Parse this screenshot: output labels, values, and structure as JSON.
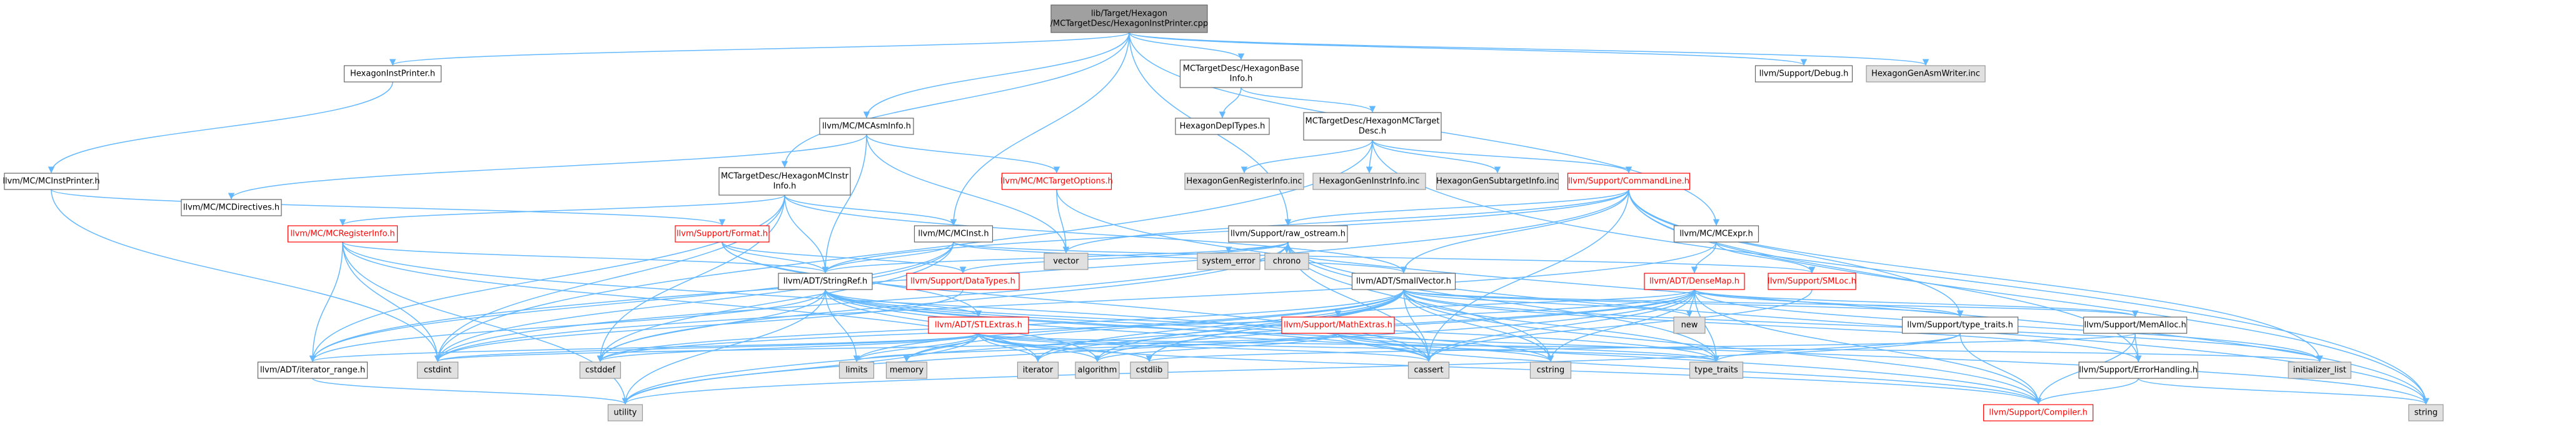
{
  "nodes": [
    {
      "id": "root",
      "lines": [
        "lib/Target/Hexagon",
        "/MCTargetDesc/HexagonInstPrinter.cpp"
      ],
      "kind": "root"
    },
    {
      "id": "hip",
      "lines": [
        "HexagonInstPrinter.h"
      ],
      "kind": "file"
    },
    {
      "id": "mcip",
      "lines": [
        "llvm/MC/MCInstPrinter.h"
      ],
      "kind": "file"
    },
    {
      "id": "mcasm",
      "lines": [
        "llvm/MC/MCAsmInfo.h"
      ],
      "kind": "file"
    },
    {
      "id": "mcdir",
      "lines": [
        "llvm/MC/MCDirectives.h"
      ],
      "kind": "file"
    },
    {
      "id": "mctopt",
      "lines": [
        "llvm/MC/MCTargetOptions.h"
      ],
      "kind": "red"
    },
    {
      "id": "hbase",
      "lines": [
        "MCTargetDesc/HexagonBase",
        "Info.h"
      ],
      "kind": "file"
    },
    {
      "id": "depi",
      "lines": [
        "HexagonDepITypes.h"
      ],
      "kind": "file"
    },
    {
      "id": "hmctd",
      "lines": [
        "MCTargetDesc/HexagonMCTarget",
        "Desc.h"
      ],
      "kind": "file"
    },
    {
      "id": "hmcinstr",
      "lines": [
        "MCTargetDesc/HexagonMCInstr",
        "Info.h"
      ],
      "kind": "file"
    },
    {
      "id": "debug",
      "lines": [
        "llvm/Support/Debug.h"
      ],
      "kind": "file"
    },
    {
      "id": "genasm",
      "lines": [
        "HexagonGenAsmWriter.inc"
      ],
      "kind": "ext"
    },
    {
      "id": "genreg",
      "lines": [
        "HexagonGenRegisterInfo.inc"
      ],
      "kind": "ext"
    },
    {
      "id": "geninstr",
      "lines": [
        "HexagonGenInstrInfo.inc"
      ],
      "kind": "ext"
    },
    {
      "id": "gensub",
      "lines": [
        "HexagonGenSubtargetInfo.inc"
      ],
      "kind": "ext"
    },
    {
      "id": "cmdline",
      "lines": [
        "llvm/Support/CommandLine.h"
      ],
      "kind": "red"
    },
    {
      "id": "mcexpr",
      "lines": [
        "llvm/MC/MCExpr.h"
      ],
      "kind": "file"
    },
    {
      "id": "mcreg",
      "lines": [
        "llvm/MC/MCRegisterInfo.h"
      ],
      "kind": "red"
    },
    {
      "id": "format",
      "lines": [
        "llvm/Support/Format.h"
      ],
      "kind": "red"
    },
    {
      "id": "mcinst",
      "lines": [
        "llvm/MC/MCInst.h"
      ],
      "kind": "file"
    },
    {
      "id": "vector",
      "lines": [
        "vector"
      ],
      "kind": "ext"
    },
    {
      "id": "rawos",
      "lines": [
        "llvm/Support/raw_ostream.h"
      ],
      "kind": "file"
    },
    {
      "id": "syserr",
      "lines": [
        "system_error"
      ],
      "kind": "ext"
    },
    {
      "id": "chrono",
      "lines": [
        "chrono"
      ],
      "kind": "ext"
    },
    {
      "id": "smallvec",
      "lines": [
        "llvm/ADT/SmallVector.h"
      ],
      "kind": "file"
    },
    {
      "id": "densemap",
      "lines": [
        "llvm/ADT/DenseMap.h"
      ],
      "kind": "red"
    },
    {
      "id": "smloc",
      "lines": [
        "llvm/Support/SMLoc.h"
      ],
      "kind": "red"
    },
    {
      "id": "stringref",
      "lines": [
        "llvm/ADT/StringRef.h"
      ],
      "kind": "file"
    },
    {
      "id": "datatypes",
      "lines": [
        "llvm/Support/DataTypes.h"
      ],
      "kind": "red"
    },
    {
      "id": "stlextras",
      "lines": [
        "llvm/ADT/STLExtras.h"
      ],
      "kind": "red"
    },
    {
      "id": "mathextras",
      "lines": [
        "llvm/Support/MathExtras.h"
      ],
      "kind": "red"
    },
    {
      "id": "new",
      "lines": [
        "new"
      ],
      "kind": "ext"
    },
    {
      "id": "typetraits_s",
      "lines": [
        "llvm/Support/type_traits.h"
      ],
      "kind": "file"
    },
    {
      "id": "memalloc",
      "lines": [
        "llvm/Support/MemAlloc.h"
      ],
      "kind": "file"
    },
    {
      "id": "iterrange",
      "lines": [
        "llvm/ADT/iterator_range.h"
      ],
      "kind": "file"
    },
    {
      "id": "cstdint",
      "lines": [
        "cstdint"
      ],
      "kind": "ext"
    },
    {
      "id": "cstddef",
      "lines": [
        "cstddef"
      ],
      "kind": "ext"
    },
    {
      "id": "limits",
      "lines": [
        "limits"
      ],
      "kind": "ext"
    },
    {
      "id": "memory",
      "lines": [
        "memory"
      ],
      "kind": "ext"
    },
    {
      "id": "iterator",
      "lines": [
        "iterator"
      ],
      "kind": "ext"
    },
    {
      "id": "algorithm",
      "lines": [
        "algorithm"
      ],
      "kind": "ext"
    },
    {
      "id": "cstdlib",
      "lines": [
        "cstdlib"
      ],
      "kind": "ext"
    },
    {
      "id": "cassert",
      "lines": [
        "cassert"
      ],
      "kind": "ext"
    },
    {
      "id": "cstring",
      "lines": [
        "cstring"
      ],
      "kind": "ext"
    },
    {
      "id": "typetraits",
      "lines": [
        "type_traits"
      ],
      "kind": "ext"
    },
    {
      "id": "errhandling",
      "lines": [
        "llvm/Support/ErrorHandling.h"
      ],
      "kind": "file"
    },
    {
      "id": "initlist",
      "lines": [
        "initializer_list"
      ],
      "kind": "ext"
    },
    {
      "id": "utility",
      "lines": [
        "utility"
      ],
      "kind": "ext"
    },
    {
      "id": "compiler",
      "lines": [
        "llvm/Support/Compiler.h"
      ],
      "kind": "red"
    },
    {
      "id": "string",
      "lines": [
        "string"
      ],
      "kind": "ext"
    }
  ],
  "edges": [
    [
      "root",
      "hip"
    ],
    [
      "root",
      "mcasm"
    ],
    [
      "root",
      "hbase"
    ],
    [
      "root",
      "hmcinstr"
    ],
    [
      "root",
      "mcinst"
    ],
    [
      "root",
      "rawos"
    ],
    [
      "root",
      "mcexpr"
    ],
    [
      "root",
      "debug"
    ],
    [
      "root",
      "genasm"
    ],
    [
      "hip",
      "mcip"
    ],
    [
      "mcip",
      "format"
    ],
    [
      "mcip",
      "cstdint"
    ],
    [
      "mcasm",
      "mcdir"
    ],
    [
      "mcasm",
      "mctopt"
    ],
    [
      "mcasm",
      "stringref"
    ],
    [
      "mcasm",
      "vector"
    ],
    [
      "mctopt",
      "vector"
    ],
    [
      "mctopt",
      "string"
    ],
    [
      "hbase",
      "depi"
    ],
    [
      "hbase",
      "hmctd"
    ],
    [
      "hmctd",
      "genreg"
    ],
    [
      "hmctd",
      "geninstr"
    ],
    [
      "hmctd",
      "gensub"
    ],
    [
      "hmctd",
      "cmdline"
    ],
    [
      "hmctd",
      "cstdint"
    ],
    [
      "hmctd",
      "string"
    ],
    [
      "hmcinstr",
      "mcreg"
    ],
    [
      "hmcinstr",
      "mcinst"
    ],
    [
      "hmcinstr",
      "stringref"
    ],
    [
      "hmcinstr",
      "smallvec"
    ],
    [
      "hmcinstr",
      "iterrange"
    ],
    [
      "hmcinstr",
      "cstddef"
    ],
    [
      "hmcinstr",
      "cstdint"
    ],
    [
      "cmdline",
      "smallvec"
    ],
    [
      "cmdline",
      "stringref"
    ],
    [
      "cmdline",
      "rawos"
    ],
    [
      "cmdline",
      "vector"
    ],
    [
      "cmdline",
      "typetraits_s"
    ],
    [
      "cmdline",
      "errhandling"
    ],
    [
      "cmdline",
      "cassert"
    ],
    [
      "cmdline",
      "string"
    ],
    [
      "cmdline",
      "initlist"
    ],
    [
      "cmdline",
      "iterrange"
    ],
    [
      "mcexpr",
      "densemap"
    ],
    [
      "mcexpr",
      "smloc"
    ],
    [
      "mcexpr",
      "cstdint"
    ],
    [
      "mcreg",
      "iterrange"
    ],
    [
      "mcreg",
      "stringref"
    ],
    [
      "mcreg",
      "utility"
    ],
    [
      "mcreg",
      "cassert"
    ],
    [
      "mcreg",
      "cstdint"
    ],
    [
      "mcreg",
      "iterator"
    ],
    [
      "format",
      "stringref"
    ],
    [
      "format",
      "stlextras"
    ],
    [
      "format",
      "datatypes"
    ],
    [
      "format",
      "cassert"
    ],
    [
      "format",
      "cstdio_alt"
    ],
    [
      "mcinst",
      "smallvec"
    ],
    [
      "mcinst",
      "stringref"
    ],
    [
      "mcinst",
      "smloc"
    ],
    [
      "mcinst",
      "cstddef"
    ],
    [
      "mcinst",
      "cstdint"
    ],
    [
      "mcinst",
      "iterrange"
    ],
    [
      "rawos",
      "stringref"
    ],
    [
      "rawos",
      "datatypes"
    ],
    [
      "rawos",
      "syserr"
    ],
    [
      "rawos",
      "chrono"
    ],
    [
      "rawos",
      "cassert"
    ],
    [
      "rawos",
      "cstddef"
    ],
    [
      "rawos",
      "cstdint"
    ],
    [
      "rawos",
      "cstring"
    ],
    [
      "rawos",
      "string"
    ],
    [
      "rawos",
      "typetraits"
    ],
    [
      "smallvec",
      "compiler"
    ],
    [
      "smallvec",
      "typetraits_s"
    ],
    [
      "smallvec",
      "algorithm"
    ],
    [
      "smallvec",
      "cassert"
    ],
    [
      "smallvec",
      "cstddef"
    ],
    [
      "smallvec",
      "cstdlib"
    ],
    [
      "smallvec",
      "cstring"
    ],
    [
      "smallvec",
      "initlist"
    ],
    [
      "smallvec",
      "iterator"
    ],
    [
      "smallvec",
      "limits"
    ],
    [
      "smallvec",
      "memory"
    ],
    [
      "smallvec",
      "new"
    ],
    [
      "smallvec",
      "typetraits"
    ],
    [
      "smallvec",
      "utility"
    ],
    [
      "smallvec",
      "memalloc"
    ],
    [
      "smallvec",
      "errhandling"
    ],
    [
      "densemap",
      "mathextras"
    ],
    [
      "densemap",
      "memalloc"
    ],
    [
      "densemap",
      "typetraits_s"
    ],
    [
      "densemap",
      "algorithm"
    ],
    [
      "densemap",
      "cassert"
    ],
    [
      "densemap",
      "cstddef"
    ],
    [
      "densemap",
      "cstring"
    ],
    [
      "densemap",
      "initlist"
    ],
    [
      "densemap",
      "iterator"
    ],
    [
      "densemap",
      "new"
    ],
    [
      "densemap",
      "typetraits"
    ],
    [
      "densemap",
      "utility"
    ],
    [
      "densemap",
      "compiler"
    ],
    [
      "smloc",
      "cassert"
    ],
    [
      "stringref",
      "stlextras"
    ],
    [
      "stringref",
      "compiler"
    ],
    [
      "stringref",
      "algorithm"
    ],
    [
      "stringref",
      "cassert"
    ],
    [
      "stringref",
      "cstddef"
    ],
    [
      "stringref",
      "cstring"
    ],
    [
      "stringref",
      "limits"
    ],
    [
      "stringref",
      "string"
    ],
    [
      "stringref",
      "typetraits"
    ],
    [
      "stringref",
      "utility"
    ],
    [
      "stringref",
      "iterrange"
    ],
    [
      "stlextras",
      "iterrange"
    ],
    [
      "stlextras",
      "algorithm"
    ],
    [
      "stlextras",
      "cassert"
    ],
    [
      "stlextras",
      "cstddef"
    ],
    [
      "stlextras",
      "cstdint"
    ],
    [
      "stlextras",
      "cstdlib"
    ],
    [
      "stlextras",
      "initlist"
    ],
    [
      "stlextras",
      "iterator"
    ],
    [
      "stlextras",
      "limits"
    ],
    [
      "stlextras",
      "memory"
    ],
    [
      "stlextras",
      "typetraits"
    ],
    [
      "stlextras",
      "utility"
    ],
    [
      "stlextras",
      "compiler"
    ],
    [
      "mathextras",
      "compiler"
    ],
    [
      "mathextras",
      "cassert"
    ],
    [
      "mathextras",
      "cstdint"
    ],
    [
      "mathextras",
      "cstring"
    ],
    [
      "mathextras",
      "limits"
    ],
    [
      "mathextras",
      "typetraits"
    ],
    [
      "mathextras",
      "algorithm"
    ],
    [
      "typetraits_s",
      "typetraits"
    ],
    [
      "typetraits_s",
      "utility"
    ],
    [
      "typetraits_s",
      "compiler"
    ],
    [
      "memalloc",
      "compiler"
    ],
    [
      "memalloc",
      "errhandling"
    ],
    [
      "memalloc",
      "cstdlib"
    ],
    [
      "errhandling",
      "compiler"
    ],
    [
      "errhandling",
      "string"
    ],
    [
      "iterrange",
      "utility"
    ],
    [
      "datatypes",
      "cstdint"
    ]
  ]
}
